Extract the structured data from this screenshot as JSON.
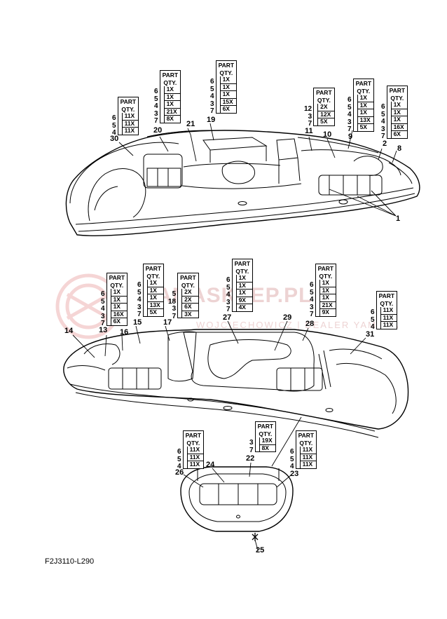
{
  "watermark": {
    "brand": "YAMASKLEP.PL",
    "tagline": "WOJCIECHOWICZ | DEALER YAMAHA"
  },
  "drawing_code": "F2J3110-L290",
  "qty_header_line1": "PART",
  "qty_header_line2": "QTY.",
  "callouts": [
    {
      "id": "c1",
      "text": "1"
    },
    {
      "id": "c2",
      "text": "2"
    },
    {
      "id": "c8",
      "text": "8"
    },
    {
      "id": "c9",
      "text": "9"
    },
    {
      "id": "c10",
      "text": "10"
    },
    {
      "id": "c11",
      "text": "11"
    },
    {
      "id": "c19",
      "text": "19"
    },
    {
      "id": "c20",
      "text": "20"
    },
    {
      "id": "c21",
      "text": "21"
    },
    {
      "id": "c30",
      "text": "30"
    },
    {
      "id": "c13",
      "text": "13"
    },
    {
      "id": "c14",
      "text": "14"
    },
    {
      "id": "c15",
      "text": "15"
    },
    {
      "id": "c16",
      "text": "16"
    },
    {
      "id": "c17",
      "text": "17"
    },
    {
      "id": "c27",
      "text": "27"
    },
    {
      "id": "c28",
      "text": "28"
    },
    {
      "id": "c29",
      "text": "29"
    },
    {
      "id": "c31",
      "text": "31"
    },
    {
      "id": "c22",
      "text": "22"
    },
    {
      "id": "c23",
      "text": "23"
    },
    {
      "id": "c24",
      "text": "24"
    },
    {
      "id": "c25",
      "text": "25"
    },
    {
      "id": "c26",
      "text": "26"
    }
  ],
  "qty_tables": [
    {
      "id": "t30",
      "rows": [
        {
          "part": "6",
          "qty": "11X"
        },
        {
          "part": "5",
          "qty": "11X"
        },
        {
          "part": "4",
          "qty": "11X"
        }
      ]
    },
    {
      "id": "t20",
      "rows": [
        {
          "part": "6",
          "qty": "1X"
        },
        {
          "part": "5",
          "qty": "1X"
        },
        {
          "part": "4",
          "qty": "1X"
        },
        {
          "part": "3",
          "qty": "21X"
        },
        {
          "part": "7",
          "qty": "8X"
        }
      ]
    },
    {
      "id": "t19",
      "rows": [
        {
          "part": "6",
          "qty": "1X"
        },
        {
          "part": "5",
          "qty": "1X"
        },
        {
          "part": "4",
          "qty": "1X"
        },
        {
          "part": "3",
          "qty": "15X"
        },
        {
          "part": "7",
          "qty": "6X"
        }
      ]
    },
    {
      "id": "t11",
      "rows": [
        {
          "part": "12",
          "qty": "2X"
        },
        {
          "part": "3",
          "qty": "12X"
        },
        {
          "part": "7",
          "qty": "5X"
        }
      ]
    },
    {
      "id": "t9",
      "rows": [
        {
          "part": "6",
          "qty": "1X"
        },
        {
          "part": "5",
          "qty": "1X"
        },
        {
          "part": "4",
          "qty": "1X"
        },
        {
          "part": "3",
          "qty": "13X"
        },
        {
          "part": "7",
          "qty": "5X"
        }
      ]
    },
    {
      "id": "t2",
      "rows": [
        {
          "part": "6",
          "qty": "1X"
        },
        {
          "part": "5",
          "qty": "1X"
        },
        {
          "part": "4",
          "qty": "1X"
        },
        {
          "part": "3",
          "qty": "16X"
        },
        {
          "part": "7",
          "qty": "6X"
        }
      ]
    },
    {
      "id": "t13",
      "rows": [
        {
          "part": "6",
          "qty": "1X"
        },
        {
          "part": "5",
          "qty": "1X"
        },
        {
          "part": "4",
          "qty": "1X"
        },
        {
          "part": "3",
          "qty": "16X"
        },
        {
          "part": "7",
          "qty": "6X"
        }
      ]
    },
    {
      "id": "t15",
      "rows": [
        {
          "part": "6",
          "qty": "1X"
        },
        {
          "part": "5",
          "qty": "1X"
        },
        {
          "part": "4",
          "qty": "1X"
        },
        {
          "part": "3",
          "qty": "13X"
        },
        {
          "part": "7",
          "qty": "5X"
        }
      ]
    },
    {
      "id": "t17",
      "rows": [
        {
          "part": "5",
          "qty": "2X"
        },
        {
          "part": "18",
          "qty": "2X"
        },
        {
          "part": "3",
          "qty": "6X"
        },
        {
          "part": "7",
          "qty": "3X"
        }
      ]
    },
    {
      "id": "t27",
      "rows": [
        {
          "part": "6",
          "qty": "1X"
        },
        {
          "part": "5",
          "qty": "1X"
        },
        {
          "part": "4",
          "qty": "1X"
        },
        {
          "part": "3",
          "qty": "9X"
        },
        {
          "part": "7",
          "qty": "4X"
        }
      ]
    },
    {
      "id": "t28",
      "rows": [
        {
          "part": "6",
          "qty": "1X"
        },
        {
          "part": "5",
          "qty": "1X"
        },
        {
          "part": "4",
          "qty": "1X"
        },
        {
          "part": "3",
          "qty": "21X"
        },
        {
          "part": "7",
          "qty": "9X"
        }
      ]
    },
    {
      "id": "t31",
      "rows": [
        {
          "part": "6",
          "qty": "11X"
        },
        {
          "part": "5",
          "qty": "11X"
        },
        {
          "part": "4",
          "qty": "11X"
        }
      ]
    },
    {
      "id": "t26",
      "rows": [
        {
          "part": "6",
          "qty": "11X"
        },
        {
          "part": "5",
          "qty": "11X"
        },
        {
          "part": "4",
          "qty": "11X"
        }
      ]
    },
    {
      "id": "t22",
      "rows": [
        {
          "part": "3",
          "qty": "19X"
        },
        {
          "part": "7",
          "qty": "8X"
        }
      ]
    },
    {
      "id": "t23",
      "rows": [
        {
          "part": "6",
          "qty": "11X"
        },
        {
          "part": "5",
          "qty": "11X"
        },
        {
          "part": "4",
          "qty": "11X"
        }
      ]
    }
  ]
}
